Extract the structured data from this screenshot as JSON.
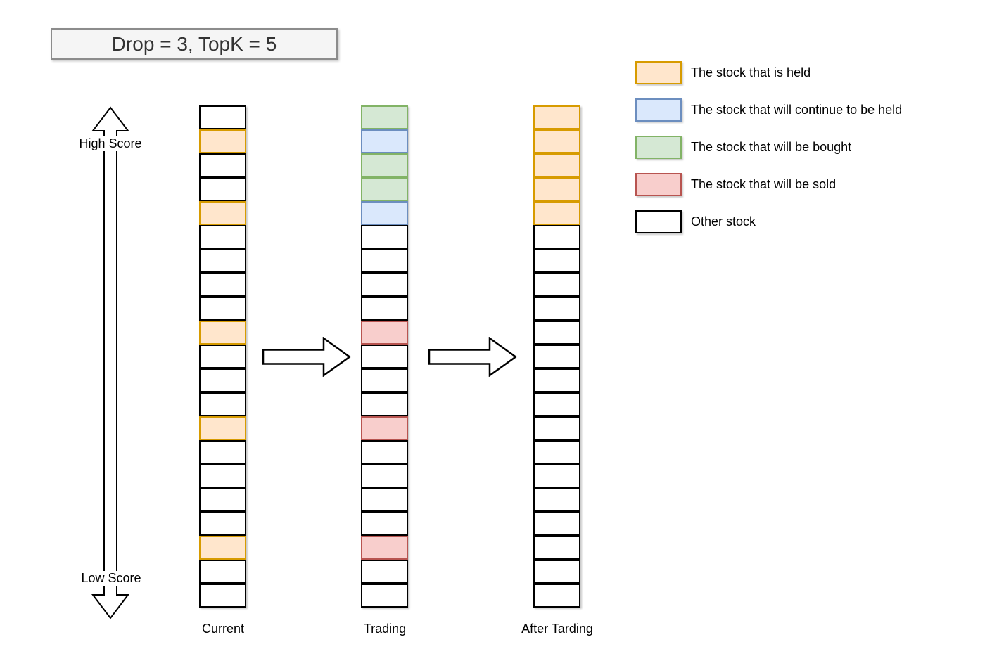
{
  "title": "Drop = 3, TopK = 5",
  "axis": {
    "high_label": "High Score",
    "low_label": "Low Score"
  },
  "palette": {
    "held": {
      "fill": "#FFE6CC",
      "border": "#D79B00"
    },
    "continue": {
      "fill": "#DAE8FC",
      "border": "#6C8EBF"
    },
    "buy": {
      "fill": "#D5E8D4",
      "border": "#82B366"
    },
    "sell": {
      "fill": "#F8CECC",
      "border": "#B85450"
    },
    "other": {
      "fill": "#FFFFFF",
      "border": "#000000"
    }
  },
  "legend": [
    {
      "type": "held",
      "label": "The stock that is held"
    },
    {
      "type": "continue",
      "label": "The stock that will continue to be held"
    },
    {
      "type": "buy",
      "label": "The stock that will be bought"
    },
    {
      "type": "sell",
      "label": "The stock that will be sold"
    },
    {
      "type": "other",
      "label": "Other stock"
    }
  ],
  "columns": [
    {
      "label": "Current",
      "cells": [
        "other",
        "held",
        "other",
        "other",
        "held",
        "other",
        "other",
        "other",
        "other",
        "held",
        "other",
        "other",
        "other",
        "held",
        "other",
        "other",
        "other",
        "other",
        "held",
        "other",
        "other"
      ]
    },
    {
      "label": "Trading",
      "cells": [
        "buy",
        "continue",
        "buy",
        "buy",
        "continue",
        "other",
        "other",
        "other",
        "other",
        "sell",
        "other",
        "other",
        "other",
        "sell",
        "other",
        "other",
        "other",
        "other",
        "sell",
        "other",
        "other"
      ]
    },
    {
      "label": "After Tarding",
      "cells": [
        "held",
        "held",
        "held",
        "held",
        "held",
        "other",
        "other",
        "other",
        "other",
        "other",
        "other",
        "other",
        "other",
        "other",
        "other",
        "other",
        "other",
        "other",
        "other",
        "other",
        "other"
      ]
    }
  ]
}
